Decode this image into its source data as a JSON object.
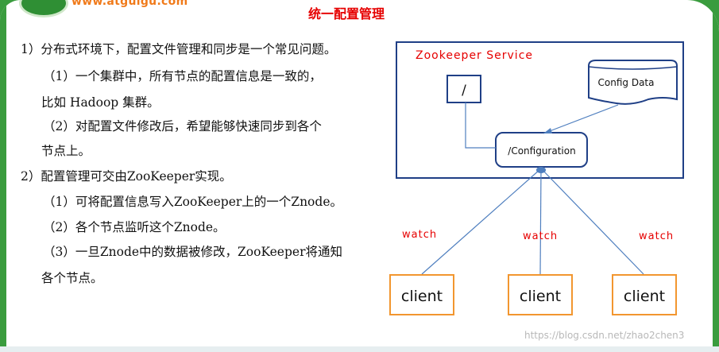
{
  "header": {
    "logo_text": "www.atguigu.com",
    "title": "统一配置管理"
  },
  "content": {
    "lines": [
      "1）分布式环境下，配置文件管理和同步是一个常见问题。",
      "（1）一个集群中，所有节点的配置信息是一致的，",
      "比如 Hadoop 集群。",
      "（2）对配置文件修改后，希望能够快速同步到各个",
      "节点上。",
      "2）配置管理可交由ZooKeeper实现。",
      "（1）可将配置信息写入ZooKeeper上的一个Znode。",
      "（2）各个节点监听这个Znode。",
      "（3）一旦Znode中的数据被修改，ZooKeeper将通知",
      "各个节点。"
    ]
  },
  "diagram": {
    "service_label": "Zookeeper Service",
    "root_node": "/",
    "config_data": "Config Data",
    "config_node": "/Configuration",
    "watch_labels": [
      "watch",
      "watch",
      "watch"
    ],
    "clients": [
      "client",
      "client",
      "client"
    ],
    "colors": {
      "service_border": "#1f3f86",
      "red_text": "#e60000",
      "client_border": "#f2962f",
      "arrow": "#4f7fbf"
    }
  },
  "footer": {
    "watermark": "https://blog.csdn.net/zhao2chen3"
  }
}
